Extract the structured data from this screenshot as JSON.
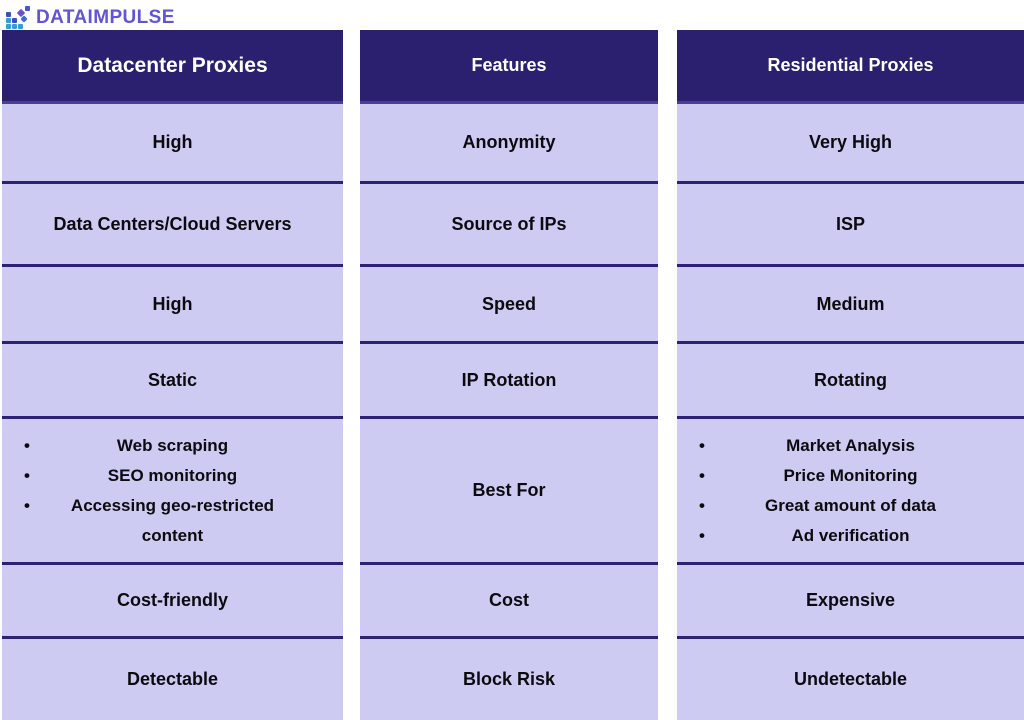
{
  "logo": {
    "text": "DATAIMPULSE",
    "icon": "dataimpulse-logo-icon"
  },
  "colors": {
    "header_bg": "#2b1f70",
    "header_text": "#ffffff",
    "cell_bg": "#cecbf2",
    "divider": "#2c2175",
    "cell_text": "#0b0b0f",
    "logo_text": "#6154d6",
    "logo_teal": "#2f9fd6",
    "logo_indigo": "#3d4ec2",
    "logo_diamond_purple": "#6a4fd2",
    "logo_diamond_blue": "#3f6ad4"
  },
  "bullet_glyph": "•",
  "table": {
    "columns": [
      {
        "header": "Datacenter Proxies",
        "r1": "High",
        "r2": "Data Centers/Cloud Servers",
        "r3": "High",
        "r4": "Static",
        "r5_items": [
          "Web scraping",
          "SEO monitoring",
          "Accessing geo-restricted content"
        ],
        "r6": "Cost-friendly",
        "r7": "Detectable"
      },
      {
        "header": "Features",
        "r1": "Anonymity",
        "r2": "Source of IPs",
        "r3": "Speed",
        "r4": "IP Rotation",
        "r5": "Best For",
        "r6": "Cost",
        "r7": "Block Risk"
      },
      {
        "header": "Residential Proxies",
        "r1": "Very High",
        "r2": "ISP",
        "r3": "Medium",
        "r4": "Rotating",
        "r5_items": [
          "Market Analysis",
          "Price Monitoring",
          "Great amount of data",
          "Ad verification"
        ],
        "r6": "Expensive",
        "r7": "Undetectable"
      }
    ]
  }
}
